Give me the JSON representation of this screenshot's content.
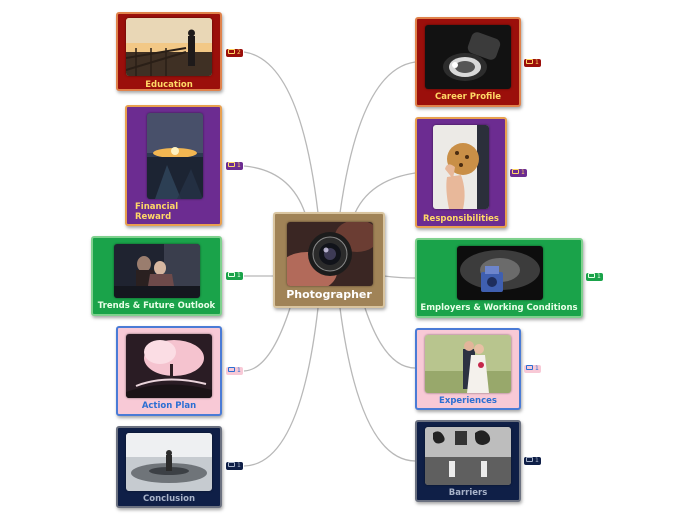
{
  "central": {
    "title": "Photographer",
    "color": "#a08357"
  },
  "topics": [
    {
      "id": "education",
      "label": "Education",
      "comments": "2",
      "color": "#9b0f0b",
      "text_color": "#ffd966",
      "icon": "photo-pier-sunset-icon"
    },
    {
      "id": "financial-reward",
      "label": "Financial Reward",
      "comments": "1",
      "color": "#6c2c91",
      "text_color": "#ffd966",
      "icon": "photo-sunset-lake-icon"
    },
    {
      "id": "trends-future-outlook",
      "label": "Trends & Future Outlook",
      "comments": "1",
      "color": "#1aa34a",
      "text_color": "#e8ffe8",
      "icon": "photo-couple-indoor-icon"
    },
    {
      "id": "action-plan",
      "label": "Action Plan",
      "comments": "1",
      "color": "#f8c9d6",
      "text_color": "#2b6fd3",
      "icon": "photo-pink-tree-icon"
    },
    {
      "id": "conclusion",
      "label": "Conclusion",
      "comments": "1",
      "color": "#0f1f47",
      "text_color": "#a8b3c9",
      "icon": "photo-woman-water-icon"
    },
    {
      "id": "career-profile",
      "label": "Career Profile",
      "comments": "1",
      "color": "#9b0f0b",
      "text_color": "#ffd966",
      "icon": "photo-camera-lens-icon"
    },
    {
      "id": "responsibilities",
      "label": "Responsibilities",
      "comments": "1",
      "color": "#6c2c91",
      "text_color": "#ffd966",
      "icon": "photo-cookie-hand-icon"
    },
    {
      "id": "employers-working-conditions",
      "label": "Employers & Working Conditions",
      "comments": "1",
      "color": "#1aa34a",
      "text_color": "#e8ffe8",
      "icon": "photo-blue-camera-icon"
    },
    {
      "id": "experiences",
      "label": "Experiences",
      "comments": "1",
      "color": "#f8c9d6",
      "text_color": "#2b6fd3",
      "icon": "photo-wedding-couple-icon"
    },
    {
      "id": "barriers",
      "label": "Barriers",
      "comments": "1",
      "color": "#0f1f47",
      "text_color": "#a8b3c9",
      "icon": "photo-graffiti-wall-icon"
    }
  ]
}
